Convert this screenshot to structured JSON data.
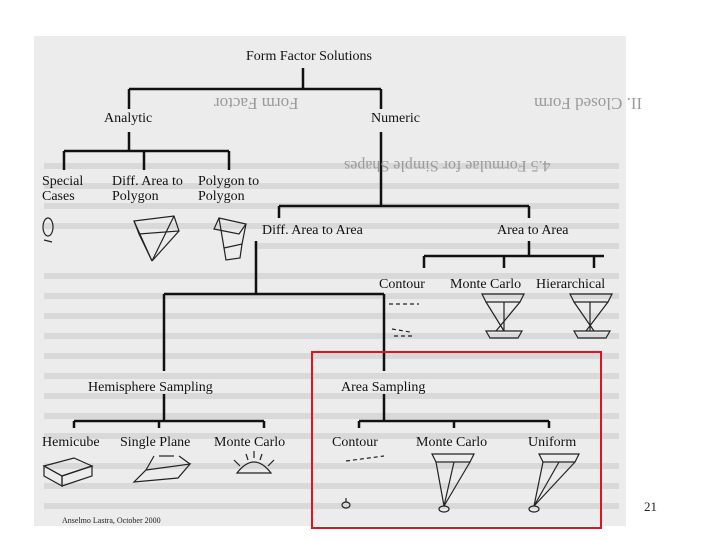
{
  "diagram": {
    "root": "Form Factor Solutions",
    "analytic": "Analytic",
    "numeric": "Numeric",
    "special_cases": "Special Cases",
    "diff_area_to_polygon": "Diff. Area to Polygon",
    "polygon_to_polygon": "Polygon to Polygon",
    "diff_area_to_area": "Diff. Area to Area",
    "area_to_area": "Area to Area",
    "contour_top": "Contour",
    "monte_carlo_top": "Monte Carlo",
    "hierarchical": "Hierarchical",
    "hemisphere_sampling": "Hemisphere Sampling",
    "area_sampling": "Area Sampling",
    "hemicube": "Hemicube",
    "single_plane": "Single Plane",
    "monte_carlo_hemi": "Monte Carlo",
    "contour_area": "Contour",
    "monte_carlo_area": "Monte Carlo",
    "uniform": "Uniform"
  },
  "background_text": {
    "chapter_title": "II. Closed Form",
    "chapter_title_2": "Form Factor",
    "section": "4.5  Formulae for Simple Shapes"
  },
  "slide": {
    "page_number": "21",
    "footer": "Anselmo Lastra, October 2000"
  },
  "colors": {
    "highlight": "#e0141e",
    "scan_background": "#ececec"
  }
}
